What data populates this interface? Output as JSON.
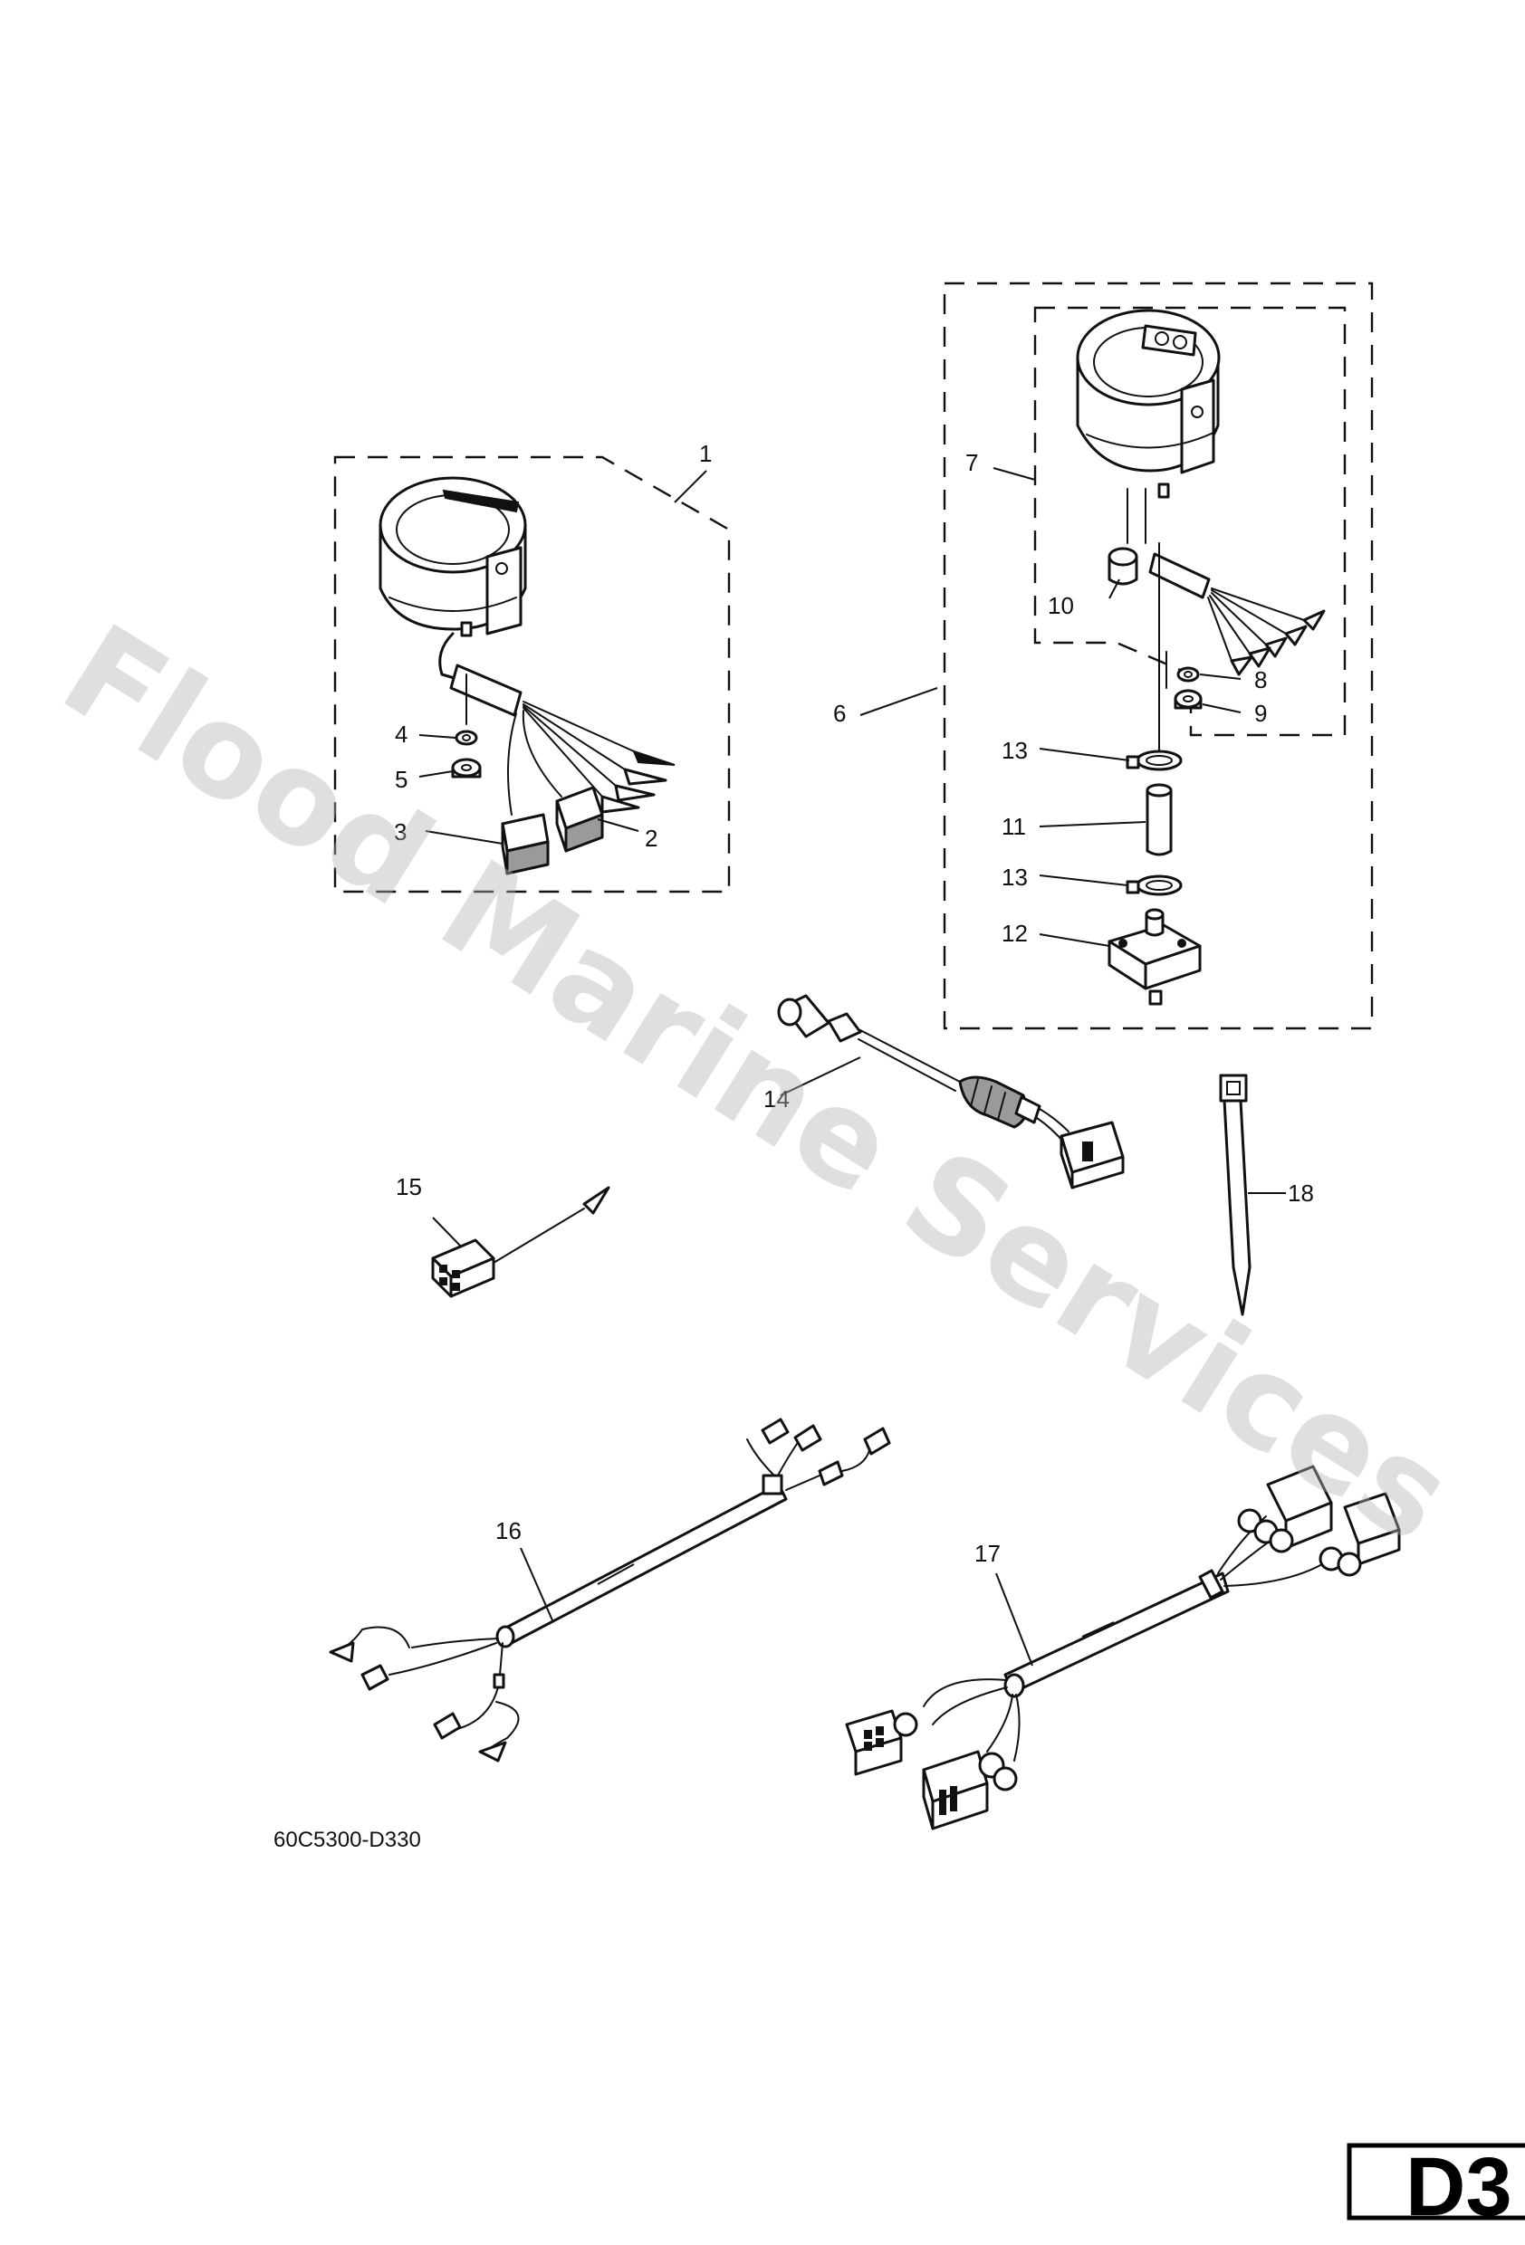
{
  "watermark": "Flood Marine Services",
  "drawing_code": "60C5300-D330",
  "sheet_label": "D3",
  "callouts": [
    {
      "n": "1"
    },
    {
      "n": "2"
    },
    {
      "n": "3"
    },
    {
      "n": "4"
    },
    {
      "n": "5"
    },
    {
      "n": "6"
    },
    {
      "n": "7"
    },
    {
      "n": "8"
    },
    {
      "n": "9"
    },
    {
      "n": "10"
    },
    {
      "n": "11"
    },
    {
      "n": "12"
    },
    {
      "n": "13"
    },
    {
      "n": "13"
    },
    {
      "n": "14"
    },
    {
      "n": "15"
    },
    {
      "n": "16"
    },
    {
      "n": "17"
    },
    {
      "n": "18"
    }
  ]
}
